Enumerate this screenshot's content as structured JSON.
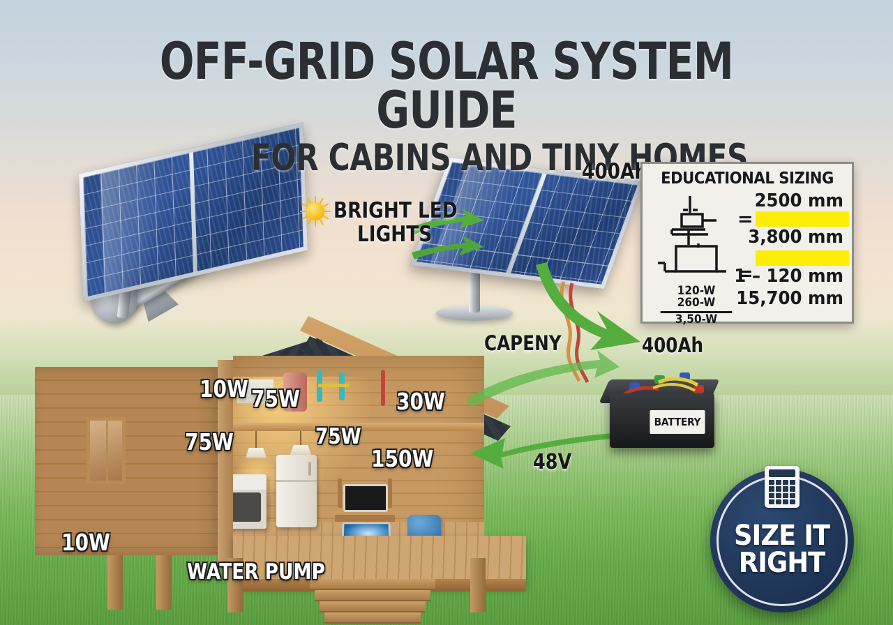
{
  "title": {
    "line1": "OFF-GRID SOLAR SYSTEM  GUIDE",
    "line2": "FOR CABINS AND TINY HOMES"
  },
  "callouts": {
    "bright_led_line1": "BRIGHT LED",
    "bright_led_line2": "LIGHTS",
    "capenny": "CAPENY",
    "battery_ah_top": "400Ah",
    "battery_ah_mid": "400Ah",
    "voltage": "48V",
    "water_pump": "WATER PUMP",
    "battery_label": "BATTERY"
  },
  "wattages": {
    "ceiling_light": "10W",
    "fridge": "75W",
    "window": "30W",
    "washer": "75W",
    "tv": "75W",
    "pump": "150W",
    "exterior_light": "10W"
  },
  "sizing": {
    "heading": "EDUCATIONAL SIZING",
    "fraction": {
      "numerator_1": "120-W",
      "numerator_2": "260-W",
      "denominator": "3,50-W"
    },
    "equals": "=",
    "rows": [
      "2500 mm",
      "3,800 mm",
      "1 – 120 mm",
      "15,700 mm"
    ],
    "unit": "mm",
    "highlight_color": "#fced06"
  },
  "badge": {
    "line1": "SIZE IT",
    "line2": "RIGHT",
    "icon": "calculator-icon",
    "color": "#1d3253"
  },
  "colors": {
    "arrow_green": "#55ad3e",
    "panel_blue": "#2a4a86",
    "roof_slate": "#2f3740",
    "wood": "#b58653",
    "sun_yellow": "#f5c01c"
  }
}
